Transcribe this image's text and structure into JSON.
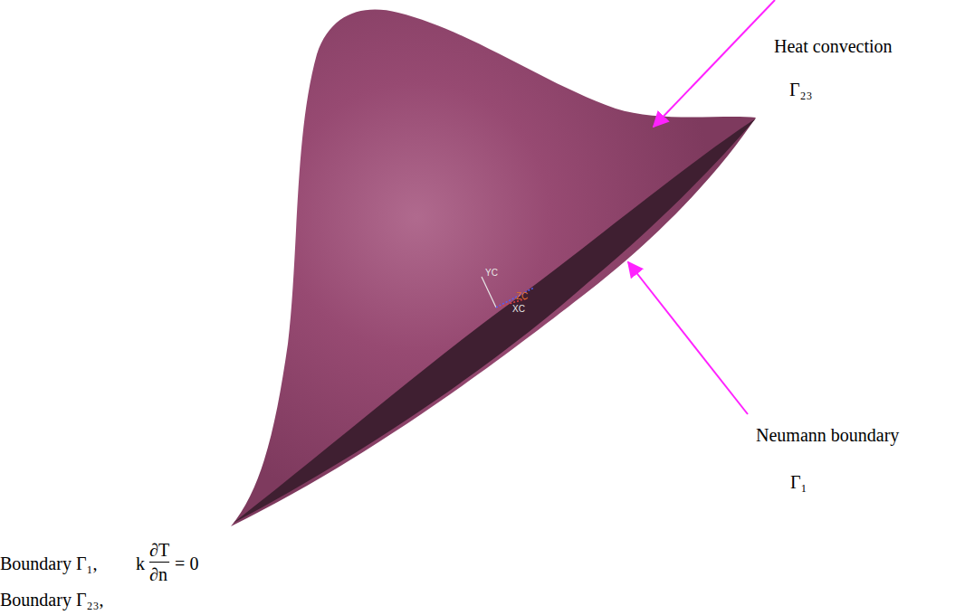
{
  "diagram": {
    "labels": [
      "Heat convection",
      "Γ₂₃",
      "Neumann boundary",
      "Γ₁",
      "YC",
      "ZC",
      "XC",
      "Boundary Γ₁,",
      "k",
      "∂T",
      "∂n",
      "= 0",
      "Boundary Γ₂₃,"
    ]
  }
}
